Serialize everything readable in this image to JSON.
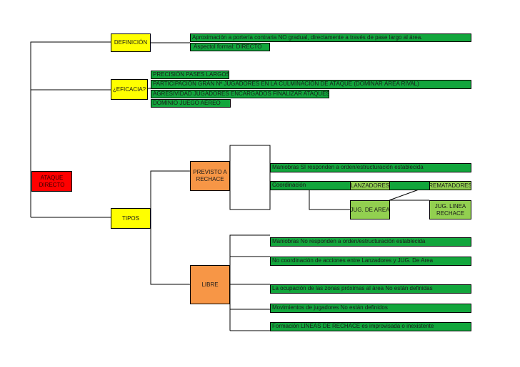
{
  "root": {
    "label": "ATAQUE DIRECTO"
  },
  "definicion": {
    "label": "DEFINICIÓN",
    "text_1": "Aproximación a portería contraria NO gradual, directamente a través de pase largo al área.",
    "text_2": "Aspectol formal: DIRECTO"
  },
  "eficacia": {
    "label": "¿EFICACIA?",
    "items": [
      "PRECISIÓN PASES LARGOS",
      "PARTICIPACIÓN GRAN Nº JUGADORES EN LA CULMINACIÓN DE ATAQUE (DOMINAR ÁREA RIVAL)",
      "AGRESIVIDAD JUGADORES ENCARGADOS FINALIZAR ATAQUES",
      "DOMINIO JUEGO AÉREO"
    ]
  },
  "tipos": {
    "label": "TIPOS",
    "previsto": {
      "label": "PREVISTO A RECHACE",
      "maniobras": "Maniobras SI responden a orden/estructuración establecida",
      "coordinacion": "Coordinación",
      "lanzadores": "LANZADORES",
      "jug_area": "JUG. DE AREA",
      "rematadores": "REMATADORES",
      "jug_linea": "JUG. LINEA RECHACE"
    },
    "libre": {
      "label": "LIBRE",
      "items": [
        "Maniobras No responden a orden/estructuración establecida",
        "No coordinación de acciones entre Lanzadores y JUG. De Area",
        "La ocupación de las zonas próximas al área No están definidas",
        "Movimientos de jugadores No están definidos",
        "Formación LINEAS DE RECHACE es improvisada o inexistente"
      ]
    }
  },
  "colors": {
    "green": "#12a63c",
    "light_green": "#92d050",
    "yellow": "#ffff00",
    "red": "#ff0000",
    "orange": "#f79646"
  }
}
